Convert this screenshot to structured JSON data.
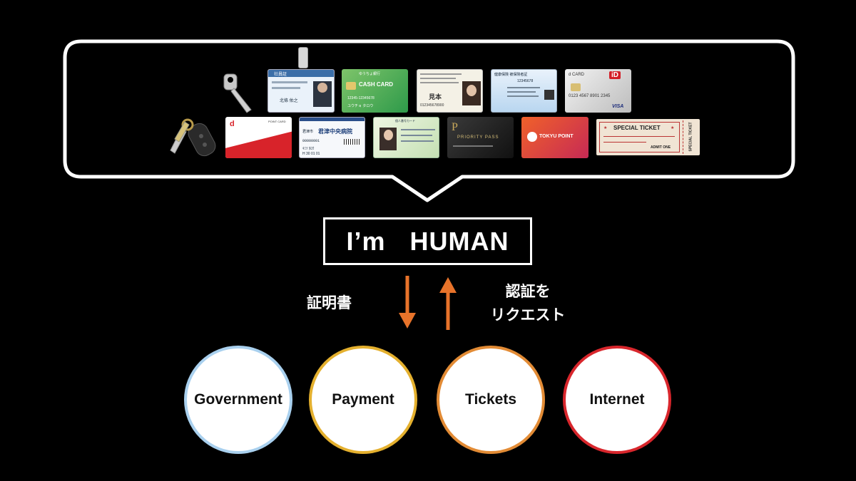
{
  "wallet": {
    "staff_id": {
      "header": "社員証",
      "name": "北條 佑之"
    },
    "cash_card": {
      "bank": "ゆうちょ銀行",
      "title": "CASH CARD",
      "number": "12345-12345678",
      "holder": "ユウチョ タロウ"
    },
    "license": {
      "name": "見本",
      "number": "012345678900"
    },
    "health_insurance": {
      "title": "健康保険 被保険者証",
      "number": "12345678"
    },
    "credit_card": {
      "brand": "d CARD",
      "logo": "iD",
      "number": "0123 4567 8901 2345",
      "network": "VISA"
    },
    "point_card": {
      "label": "POINT CARD",
      "logo": "d"
    },
    "hospital_card": {
      "city": "君津市",
      "name": "君津中央病院",
      "number": "00000001",
      "patient": "ｷﾐﾂ ﾀﾛｳ",
      "date": "H 30 01 01"
    },
    "my_number": {
      "title": "個人番号カード"
    },
    "priority_pass": {
      "title": "PRIORITY PASS"
    },
    "tokyu_point": {
      "title": "TOKYU POINT"
    },
    "ticket": {
      "title": "SPECIAL TICKET",
      "admit": "ADMIT ONE",
      "stub": "SPECIAL TICKET"
    }
  },
  "center_label": {
    "left": "I’m",
    "right": "HUMAN"
  },
  "arrows": {
    "down_label": "証明書",
    "up_label_line1": "認証を",
    "up_label_line2": "リクエスト",
    "color": "#e8732a"
  },
  "services": [
    {
      "label": "Government",
      "color": "#a9d0ee"
    },
    {
      "label": "Payment",
      "color": "#e4b02e"
    },
    {
      "label": "Tickets",
      "color": "#e28b35"
    },
    {
      "label": "Internet",
      "color": "#d8262c"
    }
  ]
}
